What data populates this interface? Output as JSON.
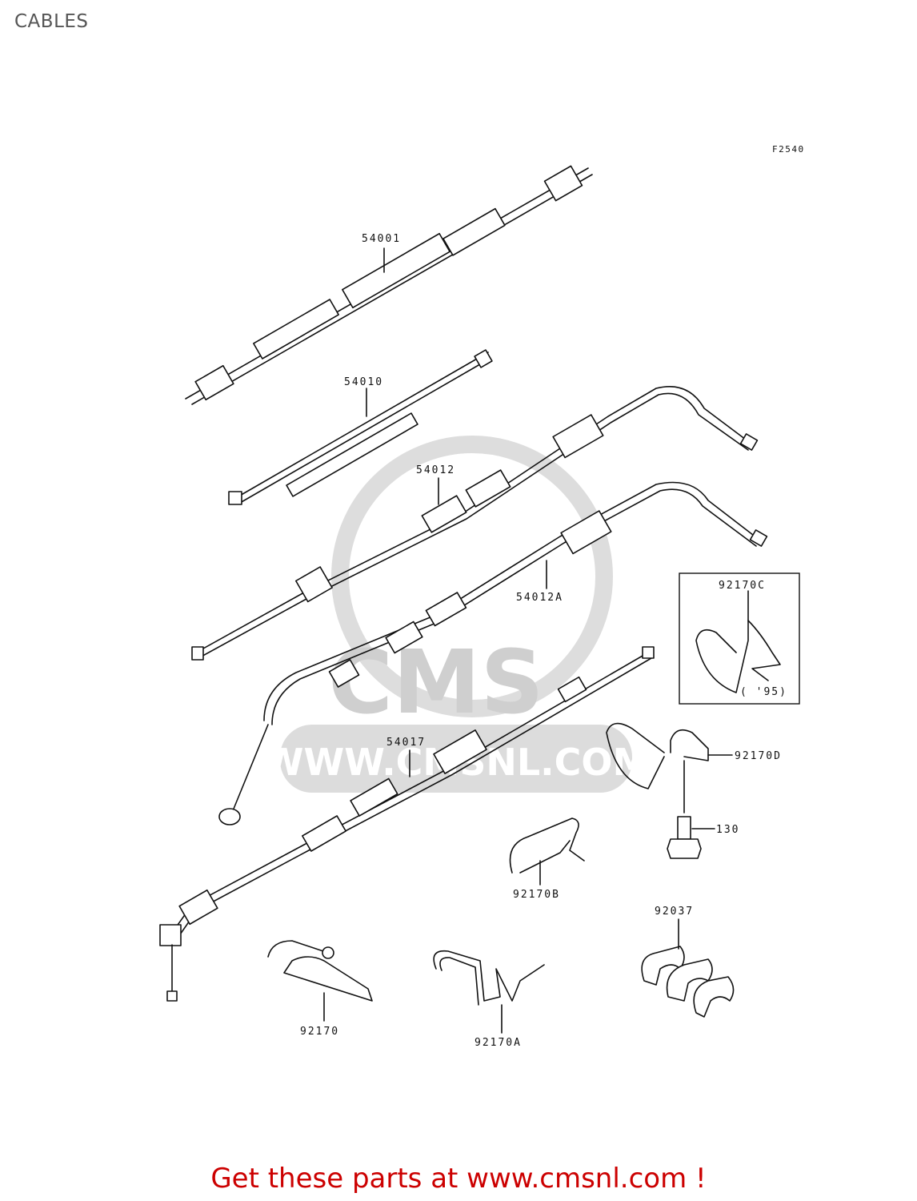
{
  "title": "CABLES",
  "figure_code": "F2540",
  "watermark": {
    "brand": "CMS",
    "url": "WWW.CMSNL.COM"
  },
  "parts": [
    {
      "id": "54001"
    },
    {
      "id": "54010"
    },
    {
      "id": "54012"
    },
    {
      "id": "54012A"
    },
    {
      "id": "54017"
    },
    {
      "id": "92170C",
      "note": "( '95)"
    },
    {
      "id": "92170D"
    },
    {
      "id": "130"
    },
    {
      "id": "92170B"
    },
    {
      "id": "92037"
    },
    {
      "id": "92170"
    },
    {
      "id": "92170A"
    }
  ],
  "footer": {
    "text": "Get these parts at www.cmsnl.com !",
    "color": "#cc0000"
  }
}
